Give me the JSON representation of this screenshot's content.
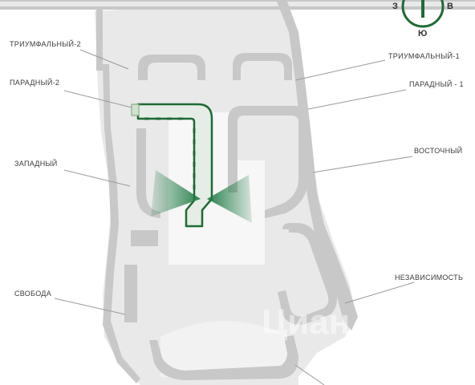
{
  "compass": {
    "west": "З",
    "east": "В",
    "south": "Ю",
    "ring_color": "#1f6b34"
  },
  "labels": {
    "triumfalny_2": "ТРИУМФАЛЬНЫЙ-2",
    "paradny_2": "ПАРАДНЫЙ-2",
    "zapadny": "ЗАПАДНЫЙ",
    "svoboda": "СВОБОДА",
    "triumfalny_1": "ТРИУМФАЛЬНЫЙ-1",
    "paradny_1": "ПАРАДНЫЙ - 1",
    "vostochny": "ВОСТОЧНЫЙ",
    "nezavisimost": "НЕЗАВИСИМОСТЬ"
  },
  "watermark": "Циан",
  "colors": {
    "territory": "#e9e9e9",
    "buildings": "#c8c8c8",
    "highlight_stroke": "#1f6b34",
    "highlight_fill": "#e6ece6",
    "view_cone": "#1f7a45",
    "leader_lines": "#9a9a9a",
    "paths": "#f7f7f7"
  },
  "highlighted_building": "section-highlight",
  "view_directions": [
    "west",
    "east"
  ]
}
